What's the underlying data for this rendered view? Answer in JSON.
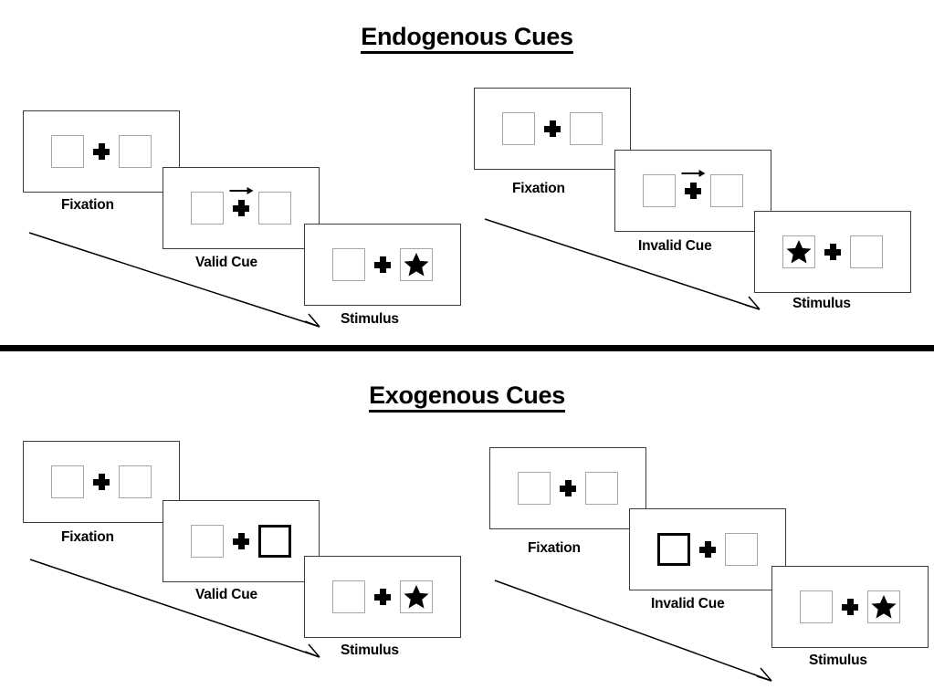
{
  "sections": [
    {
      "id": "endogenous",
      "title": "Endogenous Cues",
      "columns": [
        {
          "id": "endogenous-valid",
          "panels": [
            {
              "caption": "Fixation",
              "left_content": "empty",
              "right_content": "empty",
              "cue_arrow": "none",
              "cued_side": "none"
            },
            {
              "caption": "Valid Cue",
              "left_content": "empty",
              "right_content": "empty",
              "cue_arrow": "right",
              "cued_side": "none"
            },
            {
              "caption": "Stimulus",
              "left_content": "empty",
              "right_content": "star",
              "cue_arrow": "none",
              "cued_side": "none"
            }
          ]
        },
        {
          "id": "endogenous-invalid",
          "panels": [
            {
              "caption": "Fixation",
              "left_content": "empty",
              "right_content": "empty",
              "cue_arrow": "none",
              "cued_side": "none"
            },
            {
              "caption": "Invalid Cue",
              "left_content": "empty",
              "right_content": "empty",
              "cue_arrow": "right",
              "cued_side": "none"
            },
            {
              "caption": "Stimulus",
              "left_content": "star",
              "right_content": "empty",
              "cue_arrow": "none",
              "cued_side": "none"
            }
          ]
        }
      ]
    },
    {
      "id": "exogenous",
      "title": "Exogenous Cues",
      "columns": [
        {
          "id": "exogenous-valid",
          "panels": [
            {
              "caption": "Fixation",
              "left_content": "empty",
              "right_content": "empty",
              "cue_arrow": "none",
              "cued_side": "none"
            },
            {
              "caption": "Valid Cue",
              "left_content": "empty",
              "right_content": "empty",
              "cue_arrow": "none",
              "cued_side": "right"
            },
            {
              "caption": "Stimulus",
              "left_content": "empty",
              "right_content": "star",
              "cue_arrow": "none",
              "cued_side": "none"
            }
          ]
        },
        {
          "id": "exogenous-invalid",
          "panels": [
            {
              "caption": "Fixation",
              "left_content": "empty",
              "right_content": "empty",
              "cue_arrow": "none",
              "cued_side": "none"
            },
            {
              "caption": "Invalid Cue",
              "left_content": "empty",
              "right_content": "empty",
              "cue_arrow": "none",
              "cued_side": "left"
            },
            {
              "caption": "Stimulus",
              "left_content": "empty",
              "right_content": "star",
              "cue_arrow": "none",
              "cued_side": "none"
            }
          ]
        }
      ]
    }
  ],
  "icons": {
    "star": "star-icon",
    "fixation_cross": "plus-icon",
    "cue_arrow": "arrow-right-icon",
    "flow_arrow": "time-flow-arrow-icon"
  },
  "colors": {
    "background": "#ffffff",
    "ink": "#000000",
    "panel_border": "#3c3c3c",
    "box_border": "#a6a6a6",
    "cued_box_border": "#000000",
    "divider": "#000000"
  }
}
